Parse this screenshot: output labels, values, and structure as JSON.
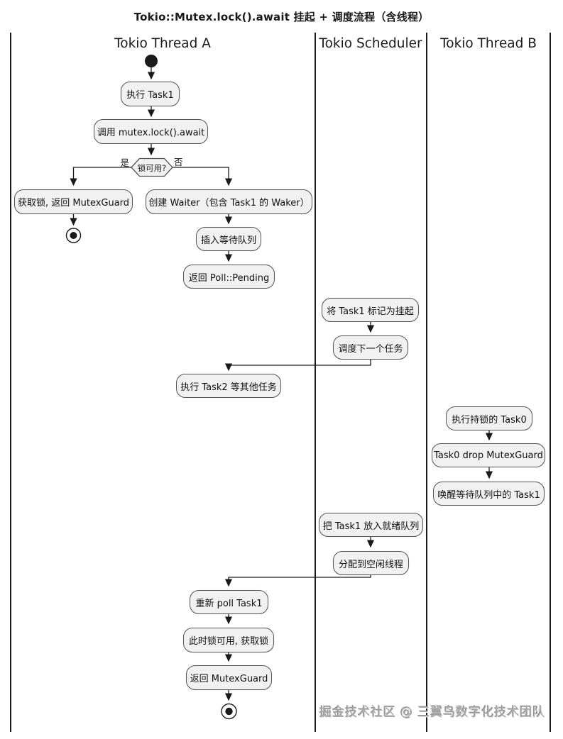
{
  "title": "Tokio::Mutex.lock().await 挂起 + 调度流程（含线程）",
  "lanes": [
    {
      "label": "Tokio Thread A"
    },
    {
      "label": "Tokio Scheduler"
    },
    {
      "label": "Tokio Thread B"
    }
  ],
  "decision": {
    "label": "锁可用?",
    "yes": "是",
    "no": "否"
  },
  "nodes": {
    "exec_task1": "执行 Task1",
    "call_lock_await": "调用 mutex.lock().await",
    "acquire_lock": "获取锁, 返回 MutexGuard",
    "create_waiter": "创建 Waiter（包含 Task1 的 Waker）",
    "insert_wait_queue": "插入等待队列",
    "return_pending": "返回 Poll::Pending",
    "mark_task1_suspended": "将 Task1 标记为挂起",
    "schedule_next": "调度下一个任务",
    "exec_task2": "执行 Task2 等其他任务",
    "exec_task0": "执行持锁的 Task0",
    "task0_drop_guard": "Task0 drop MutexGuard",
    "wake_task1": "唤醒等待队列中的 Task1",
    "task1_ready_queue": "把 Task1 放入就绪队列",
    "assign_idle_thread": "分配到空闲线程",
    "repoll_task1": "重新 poll Task1",
    "lock_now_available": "此时锁可用, 获取锁",
    "return_mutex_guard": "返回 MutexGuard"
  },
  "watermark": "掘金技术社区 @ 三翼鸟数字化技术团队",
  "colors": {
    "node_fill": "#f1f1f1",
    "node_border": "#555555",
    "line": "#1a1a1a",
    "watermark": "#aeaeae"
  }
}
